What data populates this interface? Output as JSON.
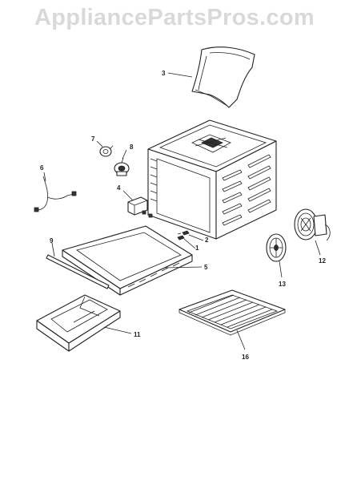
{
  "watermark": "AppliancePartsPros.com",
  "callouts": {
    "c1": "1",
    "c2": "2",
    "c3": "3",
    "c4": "4",
    "c5": "5",
    "c6": "6",
    "c7": "7",
    "c8": "8",
    "c9": "9",
    "c11": "11",
    "c12": "12",
    "c13": "13",
    "c16": "16"
  }
}
